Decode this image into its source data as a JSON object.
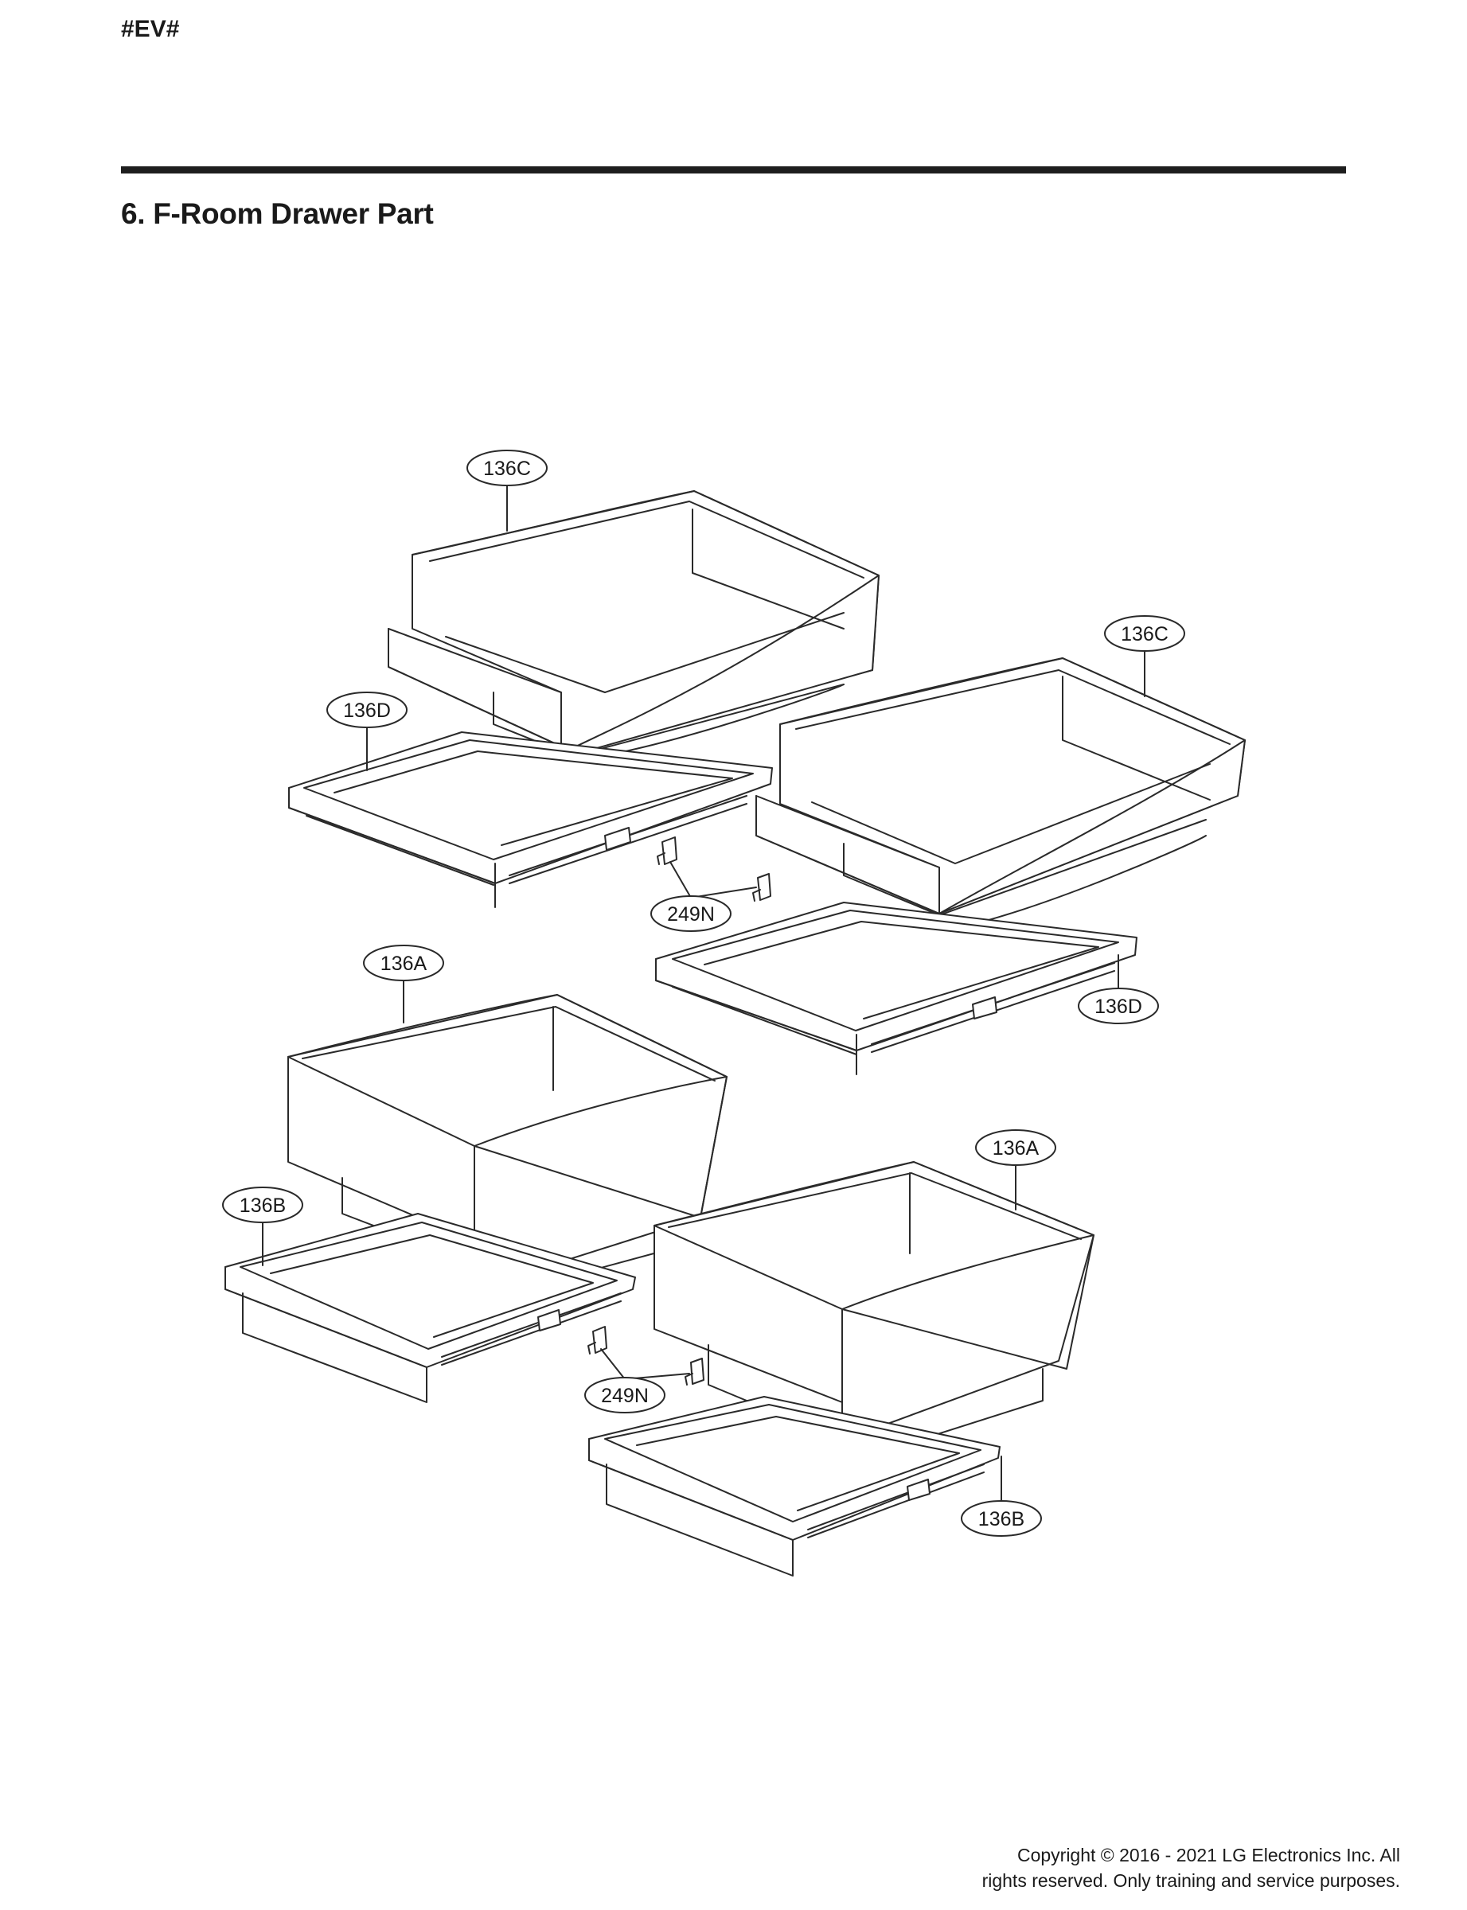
{
  "header": {
    "doc_code": "#EV#",
    "section_title": "6. F-Room Drawer Part"
  },
  "callouts": {
    "c136C_top": "136C",
    "c136C_right": "136C",
    "c136D_left": "136D",
    "c136D_right": "136D",
    "c249N_top": "249N",
    "c136A_left": "136A",
    "c136A_right": "136A",
    "c136B_left": "136B",
    "c136B_right": "136B",
    "c249N_bottom": "249N"
  },
  "footer": {
    "copyright_line1": "Copyright © 2016 - 2021 LG Electronics Inc. All",
    "copyright_line2": "rights reserved. Only training and service purposes."
  }
}
